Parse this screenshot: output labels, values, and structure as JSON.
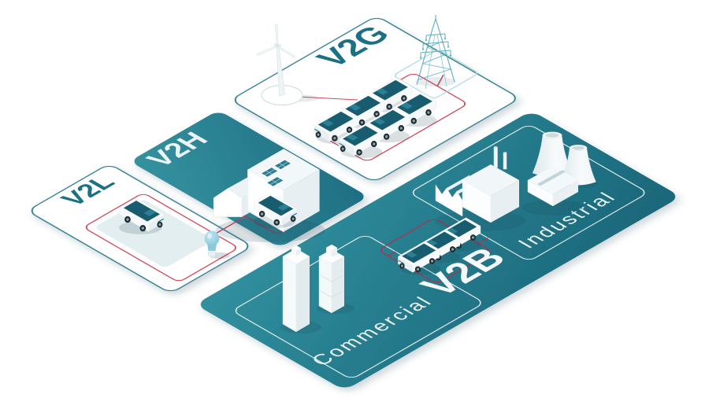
{
  "title": "V2X energy ecosystem isometric illustration",
  "panels": {
    "v2g": {
      "label": "V2G"
    },
    "v2h": {
      "label": "V2H"
    },
    "v2l": {
      "label": "V2L"
    },
    "v2b": {
      "label": "V2B",
      "zones": {
        "commercial": "Commercial",
        "industrial": "Industrial"
      }
    }
  },
  "colors": {
    "tile_teal_light": "#2f8fa0",
    "tile_teal_dark": "#1d6d82",
    "tile_border_teal": "#27798d",
    "label_teal": "#1c7085",
    "red_connector": "#d2495b",
    "red_connector_dark": "#a83a50",
    "car_roof_teal": "#185c6f",
    "pylon_teal": "#5aaec3",
    "bulb_teal": "#7fc3d7",
    "background": "#ffffff"
  },
  "icons": [
    "wind-turbine-icon",
    "transmission-tower-icon",
    "ev-car-icon",
    "house-solar-icon",
    "solar-panel-icon",
    "lightbulb-icon",
    "office-tower-icon",
    "factory-icon",
    "warehouse-vent-icon",
    "cooling-tower-icon"
  ]
}
